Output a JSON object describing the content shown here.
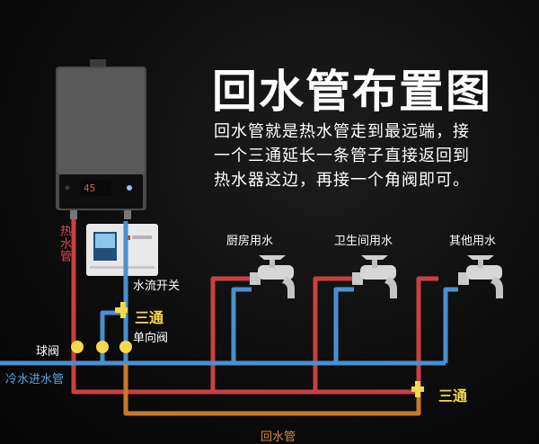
{
  "title": "回水管布置图",
  "description": {
    "line1": "回水管就是热水管走到最远端，接",
    "line2": "一个三通延长一条管子直接返回到",
    "line3": "热水器这边，再接一个角阀即可。"
  },
  "fixtures": [
    "厨房用水",
    "卫生间用水",
    "其他用水"
  ],
  "heater_display": "45",
  "labels": {
    "hot_water_pipe": "热水管",
    "flow_switch": "水流开关",
    "tee_1": "三通",
    "check_valve": "单向阀",
    "ball_valve": "球阀",
    "cold_inlet": "冷水进水管",
    "tee_2": "三通",
    "return_pipe": "回水管"
  },
  "colors": {
    "hot": "#c9403f",
    "cold": "#4a8fd0",
    "return": "#c9792e",
    "highlight": "#f5d94a"
  }
}
